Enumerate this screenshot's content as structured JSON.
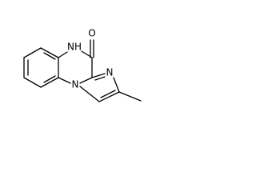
{
  "molecule": {
    "atoms": {
      "oxygen": "O",
      "nh": "NH",
      "n_imidazole": "N",
      "n_bridgehead": "N"
    }
  },
  "colors": {
    "bond": "#000000",
    "label": "#000000",
    "background": "#ffffff"
  }
}
